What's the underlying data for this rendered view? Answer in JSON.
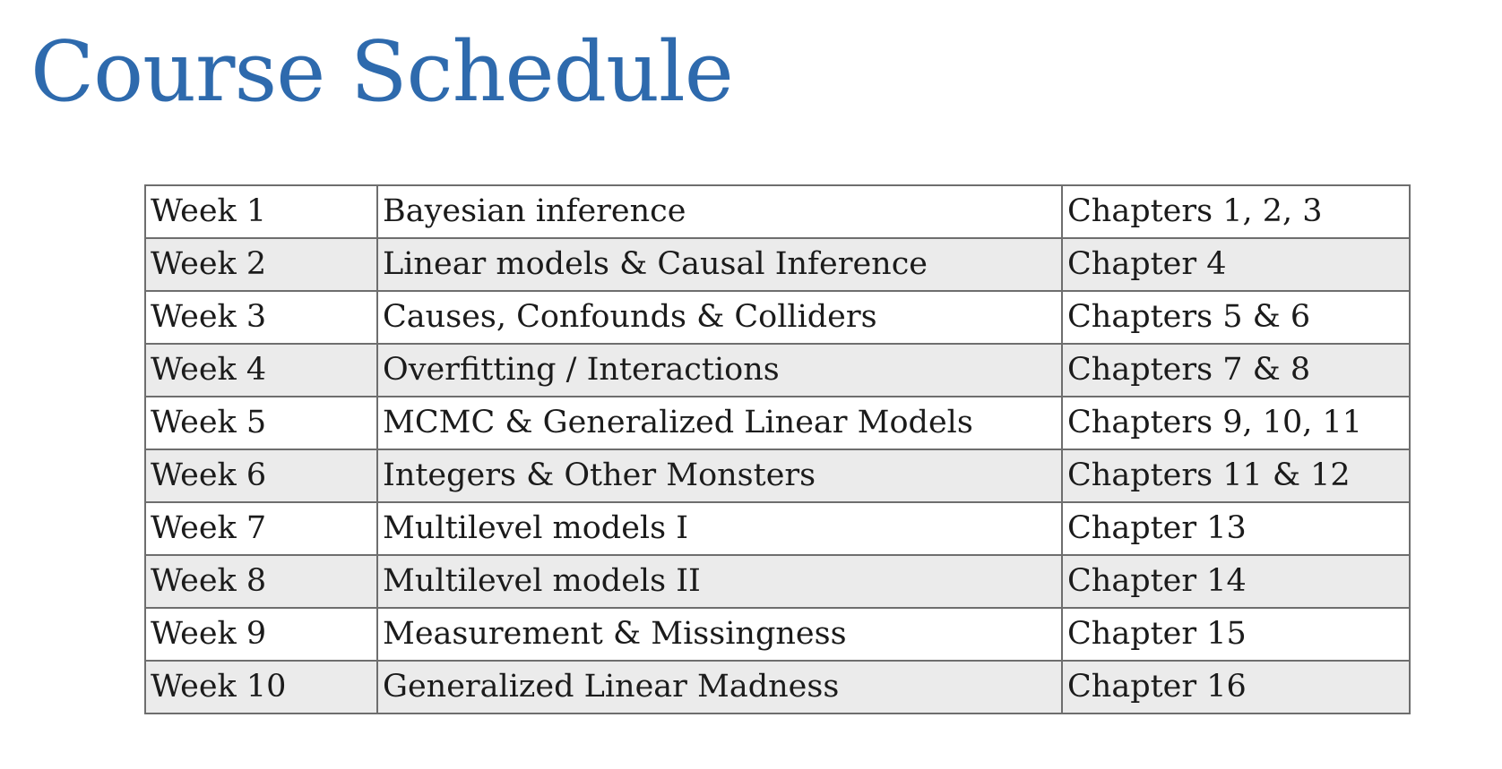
{
  "page": {
    "title": "Course Schedule"
  },
  "colors": {
    "title": "#2e6aad",
    "row_alt_background": "#ebebeb",
    "border": "#6e6e6e",
    "text": "#1b1b1b"
  },
  "schedule": {
    "rows": [
      {
        "week": "Week 1",
        "topic": "Bayesian inference",
        "reading": "Chapters 1, 2, 3"
      },
      {
        "week": "Week 2",
        "topic": "Linear models & Causal Inference",
        "reading": "Chapter 4"
      },
      {
        "week": "Week 3",
        "topic": "Causes, Confounds & Colliders",
        "reading": "Chapters 5 & 6"
      },
      {
        "week": "Week 4",
        "topic": "Overfitting / Interactions",
        "reading": "Chapters 7 & 8"
      },
      {
        "week": "Week 5",
        "topic": "MCMC & Generalized Linear Models",
        "reading": "Chapters 9, 10, 11"
      },
      {
        "week": "Week 6",
        "topic": "Integers & Other Monsters",
        "reading": "Chapters 11 & 12"
      },
      {
        "week": "Week 7",
        "topic": "Multilevel models I",
        "reading": "Chapter 13"
      },
      {
        "week": "Week 8",
        "topic": "Multilevel models II",
        "reading": "Chapter 14"
      },
      {
        "week": "Week 9",
        "topic": "Measurement & Missingness",
        "reading": "Chapter 15"
      },
      {
        "week": "Week 10",
        "topic": "Generalized Linear Madness",
        "reading": "Chapter 16"
      }
    ]
  }
}
